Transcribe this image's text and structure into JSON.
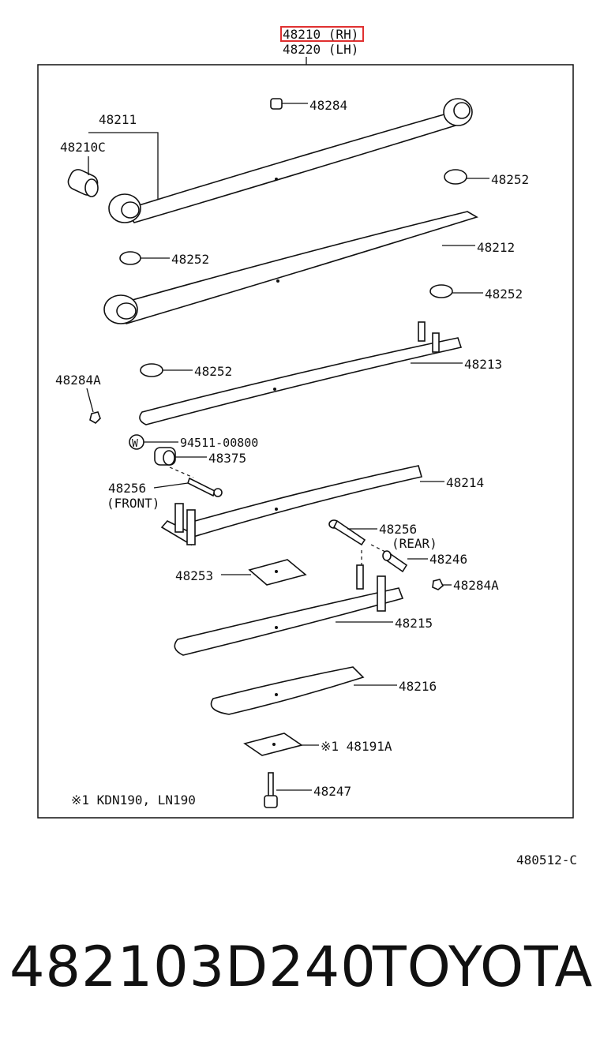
{
  "header": {
    "rh_label": "48210 (RH)",
    "lh_label": "48220 (LH)",
    "highlight_color": "#e03030"
  },
  "callouts": {
    "c48284": "48284",
    "c48211": "48211",
    "c48210C": "48210C",
    "c48252_a": "48252",
    "c48252_b": "48252",
    "c48212": "48212",
    "c48252_c": "48252",
    "c48213": "48213",
    "c48252_d": "48252",
    "c48284A_a": "48284A",
    "w_symbol": "W",
    "c94511": "94511-00800",
    "c48375": "48375",
    "c48256_front": "48256",
    "front": "(FRONT)",
    "c48214": "48214",
    "c48256_rear": "48256",
    "rear": "(REAR)",
    "c48246": "48246",
    "c48253": "48253",
    "c48284A_b": "48284A",
    "c48215": "48215",
    "c48216": "48216",
    "c48191A": "※1 48191A",
    "c48247": "48247",
    "note": "※1 KDN190, LN190"
  },
  "diagram_code": "480512-C",
  "footer": {
    "part_number": "482103D240",
    "brand": "TOYOTA"
  }
}
